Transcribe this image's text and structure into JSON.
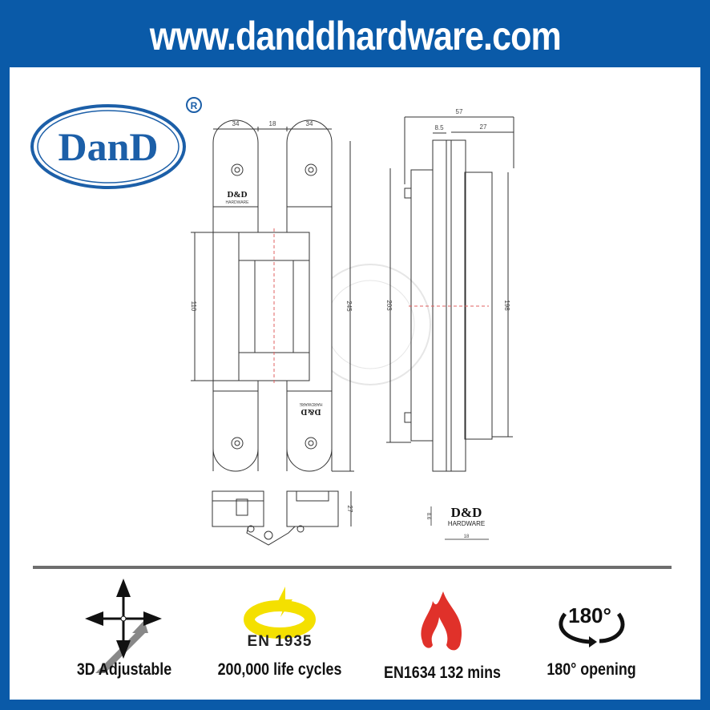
{
  "header": {
    "url": "www.danddhardware.com"
  },
  "logo": {
    "text": "DanD",
    "registered": "®"
  },
  "colors": {
    "brand_blue": "#0a5aa8",
    "icon_yellow": "#f4e000",
    "fire_red": "#e0312a",
    "divider": "#6e6e6e"
  },
  "front_view": {
    "brand": "D&D",
    "brand_sub": "HARDWARE",
    "dims": {
      "left_width": "34",
      "gap": "18",
      "right_width": "34",
      "height": "245",
      "body_height": "110"
    }
  },
  "side_view": {
    "dims": {
      "total": "57",
      "plate": "8.5",
      "block": "27",
      "height_left": "203",
      "height_right": "198"
    }
  },
  "bottom_view": {
    "dims": {
      "depth": "27"
    }
  },
  "brand_mark": {
    "brand": "D&D",
    "brand_sub": "HARDWARE",
    "dims": {
      "height": "8.6",
      "width": "18"
    }
  },
  "features": [
    {
      "icon": "3d-adjust-arrows-icon",
      "label": "3D Adjustable"
    },
    {
      "icon": "cycle-ring-icon",
      "badge": "EN 1935",
      "label": "200,000 life cycles"
    },
    {
      "icon": "fire-icon",
      "label": "EN1634 132 mins"
    },
    {
      "icon": "rotate-180-icon",
      "badge": "180°",
      "label": "180° opening"
    }
  ]
}
